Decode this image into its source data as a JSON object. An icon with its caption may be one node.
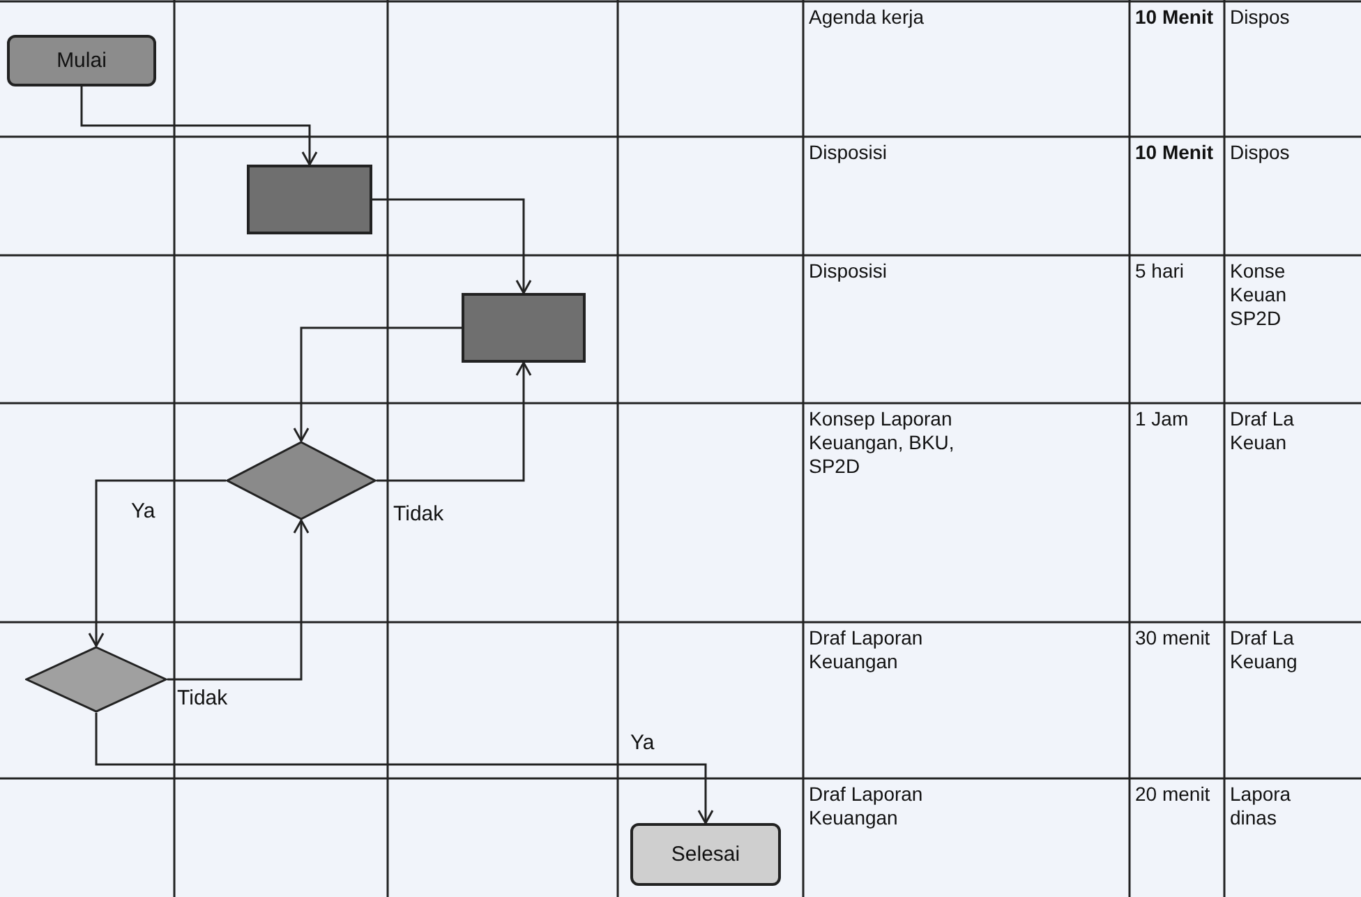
{
  "diagram": {
    "nodes": [
      {
        "text": [
          "Mulai"
        ]
      },
      {
        "text": [],
        "shape": "box"
      },
      {
        "text": [],
        "shape": "box"
      },
      {
        "text": [],
        "shape": "diamond"
      },
      {
        "text": [],
        "shape": "diamond"
      },
      {
        "text": [
          "Selesai"
        ]
      }
    ],
    "edges": [
      {
        "from": 0,
        "to": 1,
        "arrow": "to"
      },
      {
        "from": 1,
        "to": 2,
        "arrow": "to"
      },
      {
        "from": 2,
        "to": 3,
        "arrow": "to"
      },
      {
        "from": 3,
        "to": 2,
        "arrow": "to",
        "label": "Tidak"
      },
      {
        "from": 3,
        "to": 4,
        "arrow": "to",
        "label": "Ya"
      },
      {
        "from": 4,
        "to": 3,
        "arrow": "to",
        "label": "Tidak"
      },
      {
        "from": 4,
        "to": 5,
        "arrow": "to",
        "label": "Ya"
      }
    ],
    "labels": [
      "Agenda kerja",
      "10 Menit",
      "Dispos",
      "Disposisi",
      "10 Menit",
      "Dispos",
      "Disposisi",
      "5 hari",
      "Konse Keuan SP2D",
      "Konsep Laporan Keuangan, BKU, SP2D",
      "1 Jam",
      "Draf La Keuan",
      "Draf Laporan Keuangan",
      "30 menit",
      "Draf La Keuang",
      "Draf Laporan Keuangan",
      "20 menit",
      "Lapora dinas"
    ]
  }
}
